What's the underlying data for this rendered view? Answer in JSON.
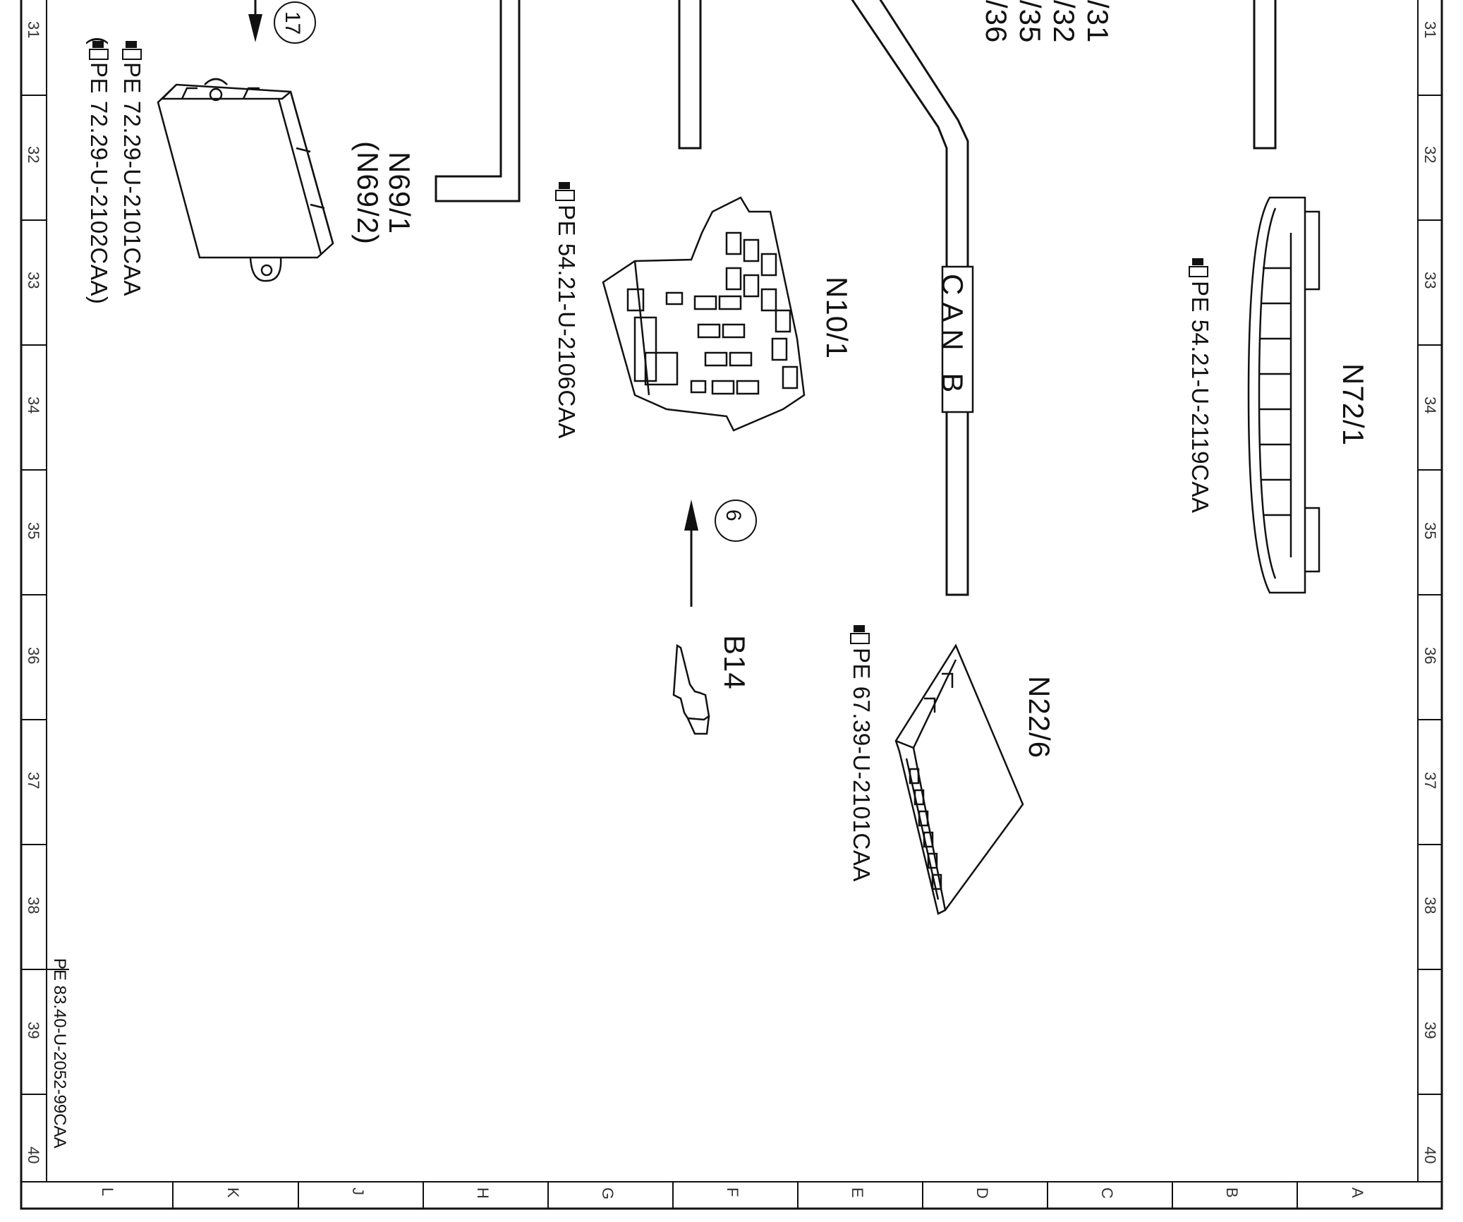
{
  "grid": {
    "rows": [
      "31",
      "32",
      "33",
      "34",
      "35",
      "36",
      "37",
      "38",
      "39",
      "40"
    ],
    "columns": [
      "L",
      "K",
      "J",
      "H",
      "G",
      "F",
      "E",
      "D",
      "C",
      "B",
      "A"
    ]
  },
  "drawing_number": "PE 83.40-U-2052-99CAA",
  "wire_refs": [
    "/31",
    "/32",
    "/35",
    "/36"
  ],
  "bus_label": "CAN B",
  "callouts": [
    "17",
    "6"
  ],
  "components": {
    "n69": {
      "code": "N69/1",
      "alt_code": "(N69/2)",
      "ref_main": "PE 72.29-U-2101CAA",
      "ref_alt": "(",
      "ref_alt_main": "PE 72.29-U-2102CAA)"
    },
    "n10": {
      "code": "N10/1",
      "ref": "PE 54.21-U-2106CAA"
    },
    "n72": {
      "code": "N72/1",
      "ref": "PE 54.21-U-2119CAA"
    },
    "n22": {
      "code": "N22/6",
      "ref": "PE 67.39-U-2101CAA"
    },
    "b14": {
      "code": "B14"
    }
  },
  "icons": [
    "pointing-hand-icon",
    "arrow-icon",
    "circle-callout-icon"
  ]
}
